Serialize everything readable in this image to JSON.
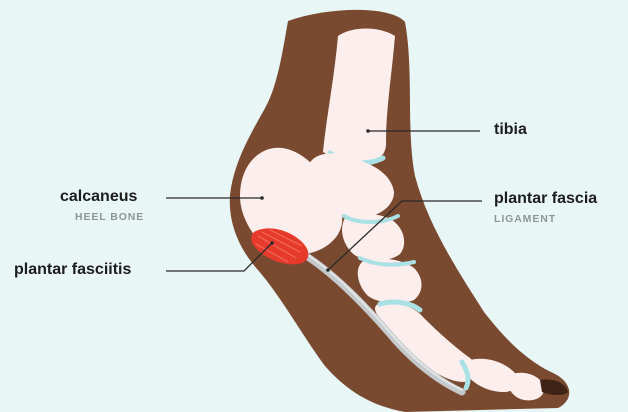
{
  "labels": {
    "tibia": {
      "name": "tibia"
    },
    "calcaneus": {
      "name": "calcaneus",
      "sub": "HEEL BONE"
    },
    "plantar_fascia": {
      "name": "plantar fascia",
      "sub": "LIGAMENT"
    },
    "plantar_fasciitis": {
      "name": "plantar fasciitis"
    }
  },
  "colors": {
    "background": "#e8f6f5",
    "skin": "#7a4a30",
    "bone": "#fbeeed",
    "cartilage": "#a9e1e5",
    "fascia": "#c5c9cb",
    "inflammation": "#e53a2c",
    "leader_line": "#2a2a2a"
  }
}
